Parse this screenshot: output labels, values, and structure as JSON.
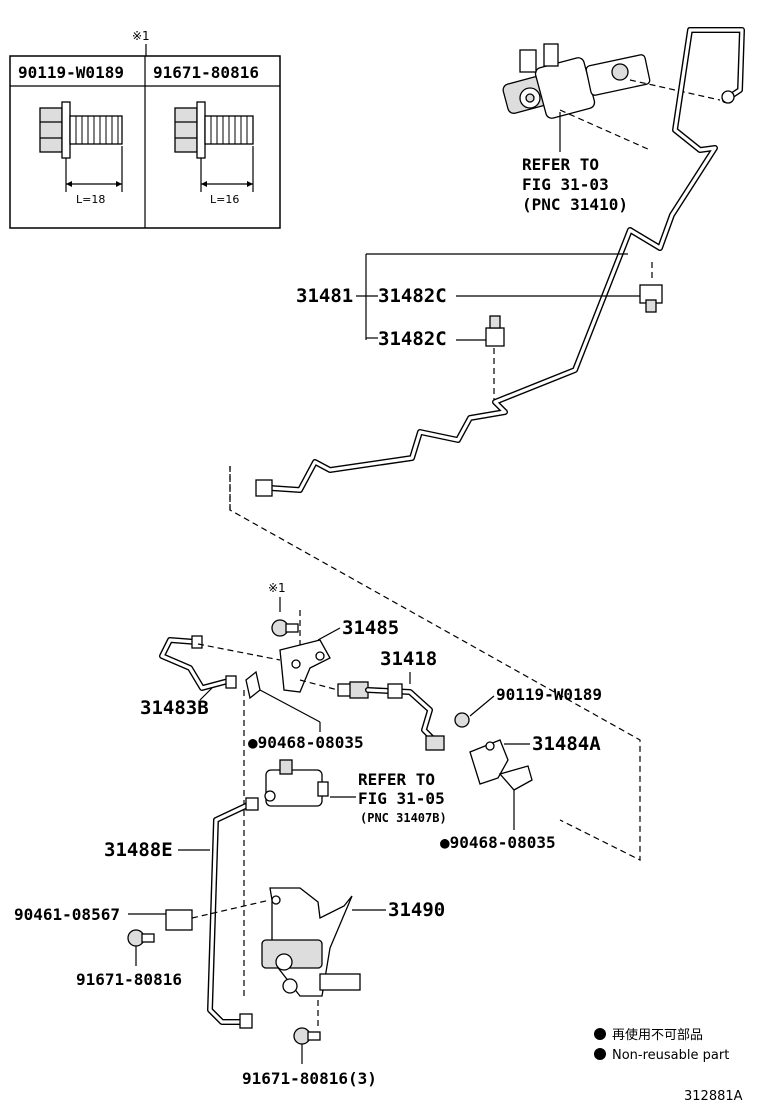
{
  "table": {
    "mark": "※1",
    "col1": {
      "part": "90119-W0189",
      "length": "L=18"
    },
    "col2": {
      "part": "91671-80816",
      "length": "L=16"
    }
  },
  "refs": {
    "top": {
      "line1": "REFER TO",
      "line2": "FIG 31-03",
      "line3": "(PNC 31410)"
    },
    "mid": {
      "line1": "REFER TO",
      "line2": "FIG 31-05",
      "line3": "(PNC 31407B)"
    }
  },
  "labels": {
    "p31481": "31481",
    "p31482c_a": "31482C",
    "p31482c_b": "31482C",
    "mark_small": "※1",
    "p31485": "31485",
    "p31418": "31418",
    "p31483b": "31483B",
    "p90468_a": "●90468-08035",
    "p90119": "90119-W0189",
    "p31484a": "31484A",
    "p90468_b": "●90468-08035",
    "p31488e": "31488E",
    "p90461": "90461-08567",
    "p31490": "31490",
    "p91671_a": "91671-80816",
    "p91671_b": "91671-80816(3)"
  },
  "legend": {
    "jp": "再使用不可部品",
    "en": "Non-reusable part"
  },
  "figure_id": "312881A"
}
